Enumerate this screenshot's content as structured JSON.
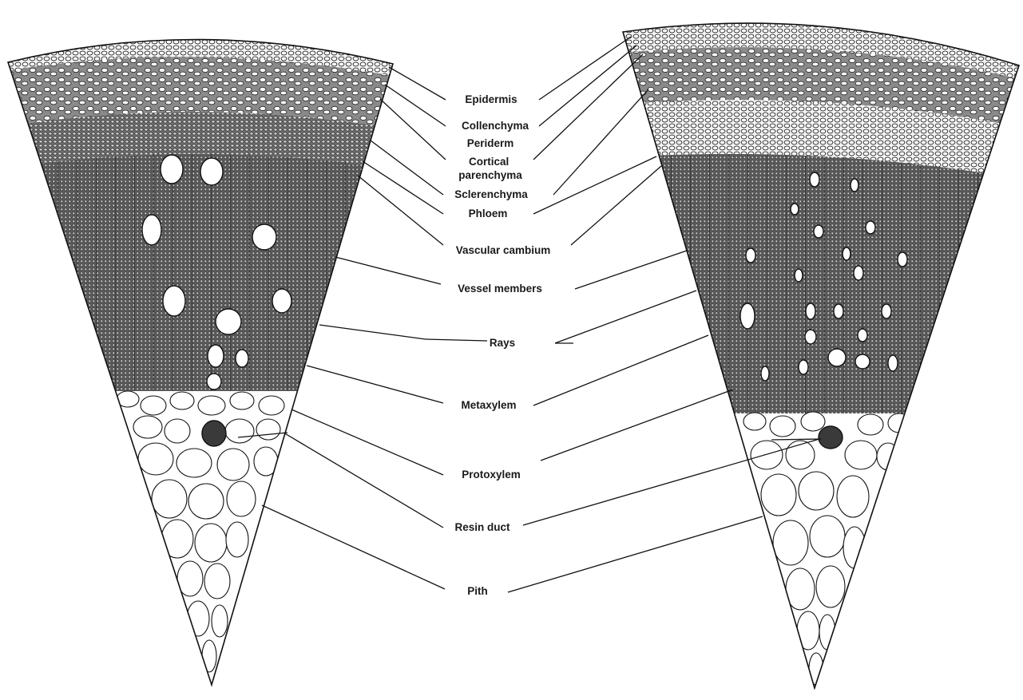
{
  "figure": {
    "labels": [
      {
        "id": "epidermis",
        "text": "Epidermis"
      },
      {
        "id": "collenchyma",
        "text": "Collenchyma"
      },
      {
        "id": "periderm",
        "text": "Periderm"
      },
      {
        "id": "cortical-parenchyma",
        "text": "Cortical\nparenchyma"
      },
      {
        "id": "sclerenchyma",
        "text": "Sclerenchyma"
      },
      {
        "id": "phloem",
        "text": "Phloem"
      },
      {
        "id": "vascular-cambium",
        "text": "Vascular cambium"
      },
      {
        "id": "vessel-members",
        "text": "Vessel members"
      },
      {
        "id": "rays",
        "text": "Rays"
      },
      {
        "id": "metaxylem",
        "text": "Metaxylem"
      },
      {
        "id": "protoxylem",
        "text": "Protoxylem"
      },
      {
        "id": "resin-duct",
        "text": "Resin duct"
      },
      {
        "id": "pith",
        "text": "Pith"
      }
    ]
  }
}
